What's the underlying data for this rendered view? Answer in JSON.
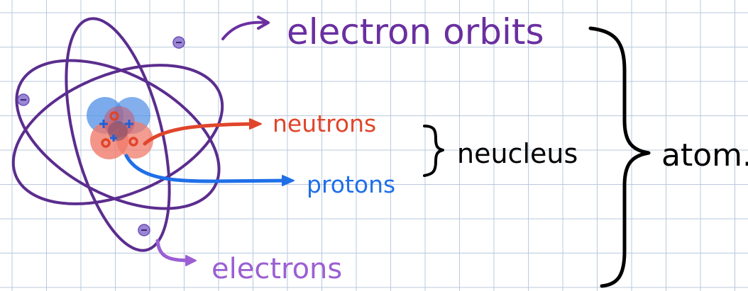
{
  "labels": {
    "electron_orbits": "electron orbits",
    "neutrons": "neutrons",
    "protons": "protons",
    "nucleus": "neucleus",
    "atom": "atom.",
    "electrons": "electrons"
  },
  "electron_charge_symbol": "-",
  "colors": {
    "orbit": "#5b2d8e",
    "electron_dot": "#9b86d6",
    "neutron": "#e0452b",
    "proton": "#1f6fe8",
    "electrons_label": "#9b5fd3",
    "bracket": "#000000",
    "grid": "#b9c8de"
  }
}
